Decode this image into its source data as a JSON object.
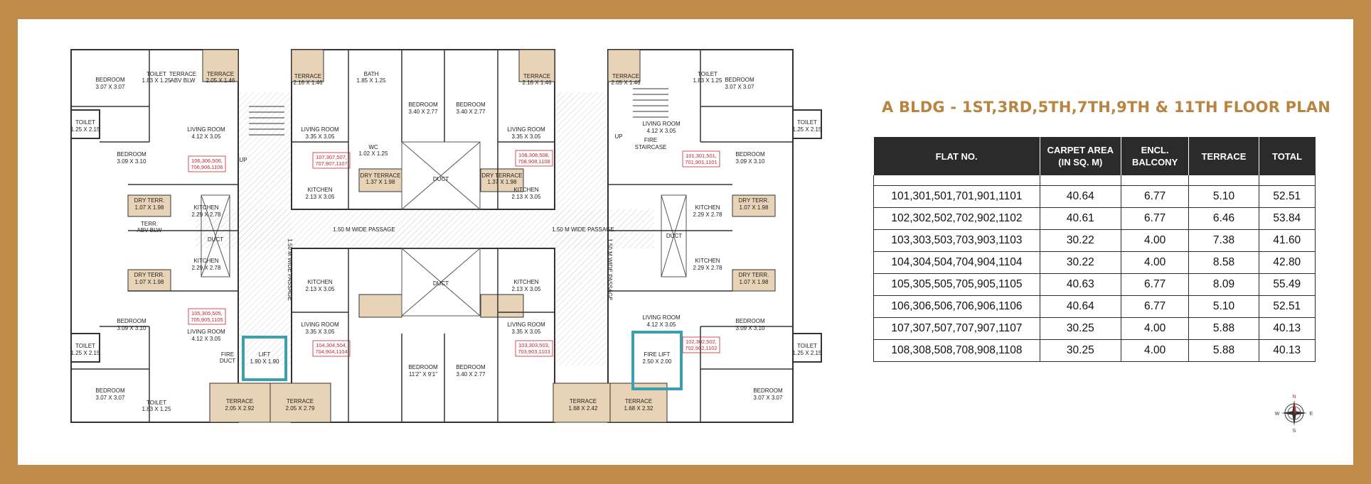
{
  "title": "A BLDG - 1ST,3RD,5TH,7TH,9TH & 11TH FLOOR PLAN",
  "table": {
    "headers": [
      "FLAT NO.",
      "CARPET AREA (IN SQ. M)",
      "ENCL. BALCONY",
      "TERRACE",
      "TOTAL"
    ],
    "rows": [
      [
        "101,301,501,701,901,1101",
        "40.64",
        "6.77",
        "5.10",
        "52.51"
      ],
      [
        "102,302,502,702,902,1102",
        "40.61",
        "6.77",
        "6.46",
        "53.84"
      ],
      [
        "103,303,503,703,903,1103",
        "30.22",
        "4.00",
        "7.38",
        "41.60"
      ],
      [
        "104,304,504,704,904,1104",
        "30.22",
        "4.00",
        "8.58",
        "42.80"
      ],
      [
        "105,305,505,705,905,1105",
        "40.63",
        "6.77",
        "8.09",
        "55.49"
      ],
      [
        "106,306,506,706,906,1106",
        "40.64",
        "6.77",
        "5.10",
        "52.51"
      ],
      [
        "107,307,507,707,907,1107",
        "30.25",
        "4.00",
        "5.88",
        "40.13"
      ],
      [
        "108,308,508,708,908,1108",
        "30.25",
        "4.00",
        "5.88",
        "40.13"
      ]
    ]
  },
  "plan": {
    "rooms": {
      "bedroom_tl": [
        "BEDROOM",
        "3.07 X 3.07"
      ],
      "bedroom_tl2": [
        "BEDROOM",
        "3.09 X 3.10"
      ],
      "living_tl": [
        "LIVING ROOM",
        "4.12 X 3.05"
      ],
      "kitchen_tl": [
        "KITCHEN",
        "2.29 X 2.78"
      ],
      "kitchen_bl": [
        "KITCHEN",
        "2.29 X 2.78"
      ],
      "living_bl": [
        "LIVING ROOM",
        "4.12 X 3.05"
      ],
      "bedroom_bl": [
        "BEDROOM",
        "3.09 X 3.10"
      ],
      "bedroom_bl2": [
        "BEDROOM",
        "3.07 X 3.07"
      ],
      "toilet_l1": [
        "TOILET",
        "1.25 X 2.15"
      ],
      "toilet_l2": [
        "TOILET",
        "1.25 X 2.15"
      ],
      "toilet_tl": [
        "TOILET",
        "1.83 X 1.25"
      ],
      "toilet_bl": [
        "TOILET",
        "1.83 X 1.25"
      ],
      "terrace_tl": [
        "TERRACE",
        "2.05 X 1.46"
      ],
      "terrace_abv": [
        "TERRACE",
        "ABV BLW"
      ],
      "dry_terr": [
        "DRY TERR.",
        "1.07 X 1.98"
      ],
      "terr_abv": [
        "TERR.",
        "ABV BLW"
      ],
      "living_c1": [
        "LIVING ROOM",
        "3.35 X 3.05"
      ],
      "kitchen_c1": [
        "KITCHEN",
        "2.13 X 3.05"
      ],
      "bedroom_c1": [
        "BEDROOM",
        "3.40 X 2.77"
      ],
      "bedroom_c2": [
        "BEDROOM",
        "3.40 X 2.77"
      ],
      "bedroom_c3": [
        "BEDROOM",
        "11'2\" X 9'1\""
      ],
      "bedroom_c4": [
        "BEDROOM",
        "3.40 X 2.77"
      ],
      "bath_1": [
        "BATH",
        "1.85 X 1.25"
      ],
      "wc_1": [
        "WC",
        "1.02 X 1.25"
      ],
      "dry_terrace_c": [
        "DRY TERRACE",
        "1.37 X 1.98"
      ],
      "terrace_216": [
        "TERRACE",
        "2.16 X 1.46"
      ],
      "terrace_205_292": [
        "TERRACE",
        "2.05 X 2.92"
      ],
      "terrace_205_279": [
        "TERRACE",
        "2.05 X 2.79"
      ],
      "terrace_168_242": [
        "TERRACE",
        "1.68 X 2.42"
      ],
      "terrace_168_232": [
        "TERRACE",
        "1.68 X 2.32"
      ],
      "lift_1": [
        "LIFT",
        "1.90 X 1.90"
      ],
      "fire_lift": [
        "FIRE LIFT",
        "2.50 X 2.00"
      ],
      "fire_staircase": [
        "FIRE",
        "STAIRCASE"
      ],
      "fire_duct": [
        "FIRE",
        "DUCT"
      ],
      "duct": "DUCT",
      "passage_h": "1.50 M WIDE PASSAGE",
      "passage_v": "1.50 M WIDE PASSAGE",
      "up": "UP"
    },
    "flat_tags": {
      "tl": [
        "106,306,506,",
        "706,906,1106"
      ],
      "bl": [
        "105,305,505,",
        "705,905,1105"
      ],
      "tc": [
        "107,307,507,",
        "707,907,1107"
      ],
      "tc2": [
        "108,308,508,",
        "708,908,1108"
      ],
      "bc": [
        "104,304,504,",
        "704,904,1104"
      ],
      "bc2": [
        "103,303,503,",
        "703,903,1103"
      ],
      "tr": [
        "101,301,501,",
        "701,901,1101"
      ],
      "br": [
        "102,302,502,",
        "702,902,1102"
      ]
    }
  },
  "compass": {
    "n": "N",
    "s": "S",
    "e": "E",
    "w": "W"
  },
  "colors": {
    "frame": "#c08a49",
    "title": "#b98440",
    "header_bg": "#2b2b2b",
    "terrace_fill": "#e8d3b6",
    "lift_outline": "#3aa0ad",
    "tag_red": "#c0262d"
  }
}
